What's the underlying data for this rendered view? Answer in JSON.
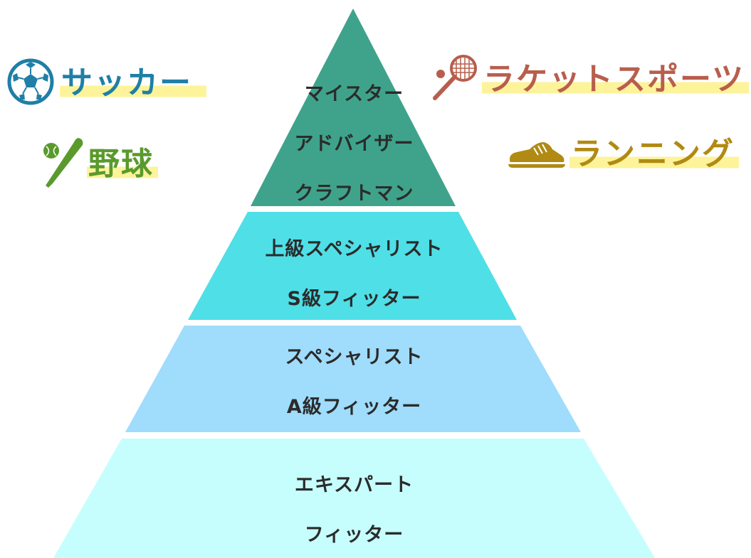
{
  "pyramid": {
    "tiers": [
      {
        "color": "#3fa38b",
        "lines": [
          "マイスター",
          "アドバイザー",
          "クラフトマン"
        ]
      },
      {
        "color": "#4fdfe7",
        "lines": [
          "上級スペシャリスト",
          "S級フィッター"
        ]
      },
      {
        "color": "#a0dcfb",
        "lines": [
          "スペシャリスト",
          "A級フィッター"
        ]
      },
      {
        "color": "#c6fefd",
        "lines": [
          "エキスパート",
          "フィッター"
        ]
      }
    ]
  },
  "sports": {
    "soccer": {
      "label": "サッカー",
      "icon": "soccer-ball-icon",
      "color": "#1f7fa6"
    },
    "baseball": {
      "label": "野球",
      "icon": "baseball-bat-icon",
      "color": "#5a9a2c"
    },
    "racket": {
      "label": "ラケットスポーツ",
      "icon": "tennis-racket-icon",
      "color": "#b85e4c"
    },
    "running": {
      "label": "ランニング",
      "icon": "running-shoe-icon",
      "color": "#b08a12"
    }
  },
  "colors": {
    "highlight": "#fdf39a",
    "tier_text": "#2b2b2b"
  }
}
